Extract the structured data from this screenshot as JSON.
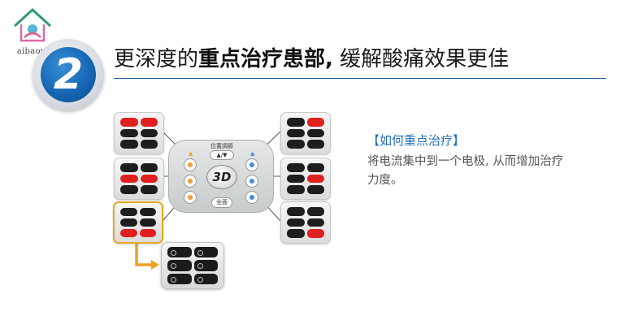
{
  "logo": {
    "text": "aibaoyl"
  },
  "step": {
    "number": "2"
  },
  "title": {
    "part1": "更深度的",
    "part2": "重点治疗患部,",
    "part3": " 缓解酸痛效果更佳"
  },
  "info": {
    "heading": "【如何重点治疗】",
    "body": "将电流集中到一个电极, 从而增加治疗力度。"
  },
  "remote": {
    "header": "位置調節",
    "updown": "▲/▼",
    "center": "3D",
    "full": "全面"
  },
  "pads": [
    {
      "id": "left-1",
      "active": [
        0,
        1
      ]
    },
    {
      "id": "left-2",
      "active": [
        2,
        3
      ]
    },
    {
      "id": "left-3",
      "active": [
        4,
        5
      ]
    },
    {
      "id": "right-1",
      "active": [
        1
      ]
    },
    {
      "id": "right-2",
      "active": [
        3
      ]
    },
    {
      "id": "right-3",
      "active": [
        5
      ]
    }
  ],
  "colors": {
    "accent": "#1f6fc2",
    "active_pad": "#e02020",
    "highlight": "#e8a926",
    "arrow": "#f0a020"
  }
}
